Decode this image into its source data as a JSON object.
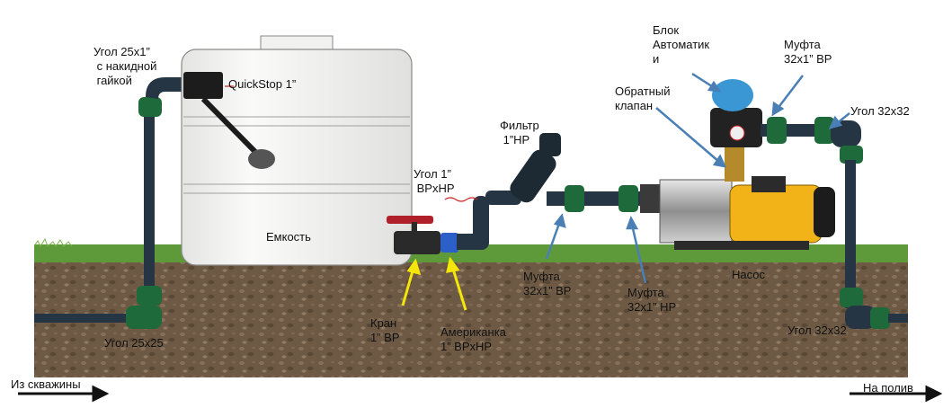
{
  "colors": {
    "sky": "#ffffff",
    "grass": "#5f9a3a",
    "soil": "#6e5a44",
    "soil_dark": "#4c3b2b",
    "pipe": "#263544",
    "fitting_green": "#1f6a3a",
    "tank": "#f7f7f5",
    "pump_yellow": "#f2b318",
    "arrow_blue": "#4a7fb5",
    "arrow_yellow": "#f5e60a",
    "valve_red": "#b0202a",
    "american_blue": "#2c60c8"
  },
  "labels": {
    "corner_top": "Угол 25х1”\n с накидной\n гайкой",
    "quickstop": "QuickStop 1”",
    "tank": "Емкость",
    "corner_25": "Угол 25х25",
    "ugol_1": "Угол 1”\n ВРхНР",
    "filter": "Фильтр\n 1”НР",
    "valve": "Кран\n1” ВР",
    "american": "Американка\n1” ВРхНР",
    "muft_vr": "Муфта\n32х1” ВР",
    "muft_nr": "Муфта\n32х1” НР",
    "block": "Блок\nАвтоматик\nи",
    "check_valve": "Обратный\nклапан",
    "muft_top": "Муфта\n32х1” ВР",
    "corner_32_top": "Угол 32х32",
    "pump": "Насос",
    "corner_32_bottom": "Угол 32х32",
    "from_well": "Из скважины",
    "to_irrigation": "На полив"
  }
}
